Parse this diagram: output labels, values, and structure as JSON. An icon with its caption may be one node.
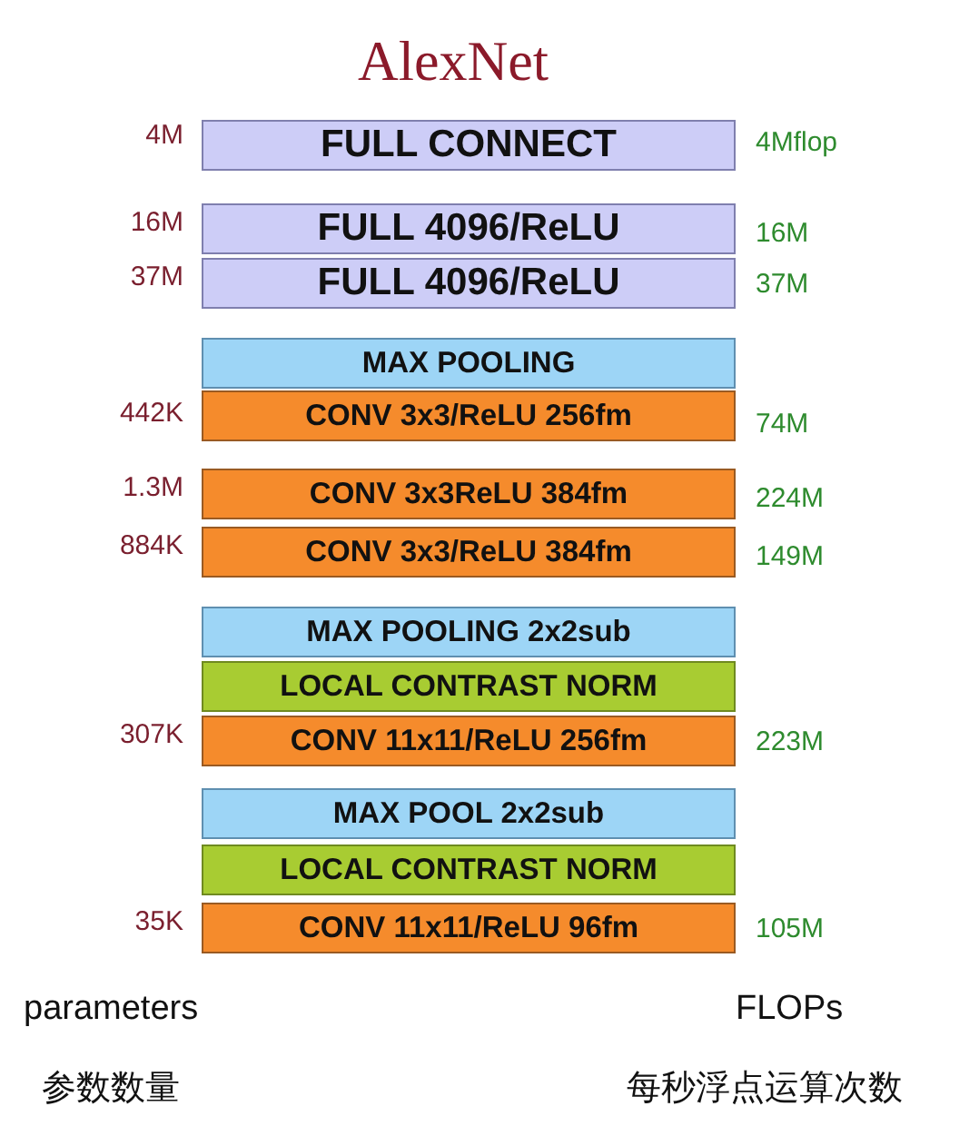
{
  "diagram": {
    "title": "AlexNet",
    "nodes": [
      {
        "text": [
          "FULL CONNECT"
        ],
        "beside": [
          "4M",
          "4Mflop"
        ]
      },
      {
        "text": [
          "FULL 4096/ReLU"
        ],
        "beside": [
          "16M",
          "16M"
        ]
      },
      {
        "text": [
          "FULL 4096/ReLU"
        ],
        "beside": [
          "37M",
          "37M"
        ]
      },
      {
        "text": [
          "MAX POOLING"
        ]
      },
      {
        "text": [
          "CONV 3x3/ReLU 256fm"
        ],
        "beside": [
          "442K",
          "74M"
        ]
      },
      {
        "text": [
          "CONV 3x3ReLU 384fm"
        ],
        "beside": [
          "1.3M",
          "224M"
        ]
      },
      {
        "text": [
          "CONV 3x3/ReLU 384fm"
        ],
        "beside": [
          "884K",
          "149M"
        ]
      },
      {
        "text": [
          "MAX POOLING 2x2sub"
        ]
      },
      {
        "text": [
          "LOCAL CONTRAST NORM"
        ]
      },
      {
        "text": [
          "CONV 11x11/ReLU 256fm"
        ],
        "beside": [
          "307K",
          "223M"
        ]
      },
      {
        "text": [
          "MAX POOL 2x2sub"
        ]
      },
      {
        "text": [
          "LOCAL CONTRAST NORM"
        ]
      },
      {
        "text": [
          "CONV 11x11/ReLU 96fm"
        ],
        "beside": [
          "35K",
          "105M"
        ]
      }
    ],
    "labels": [
      "parameters",
      "FLOPs",
      "参数数量",
      "每秒浮点运算次数"
    ]
  }
}
